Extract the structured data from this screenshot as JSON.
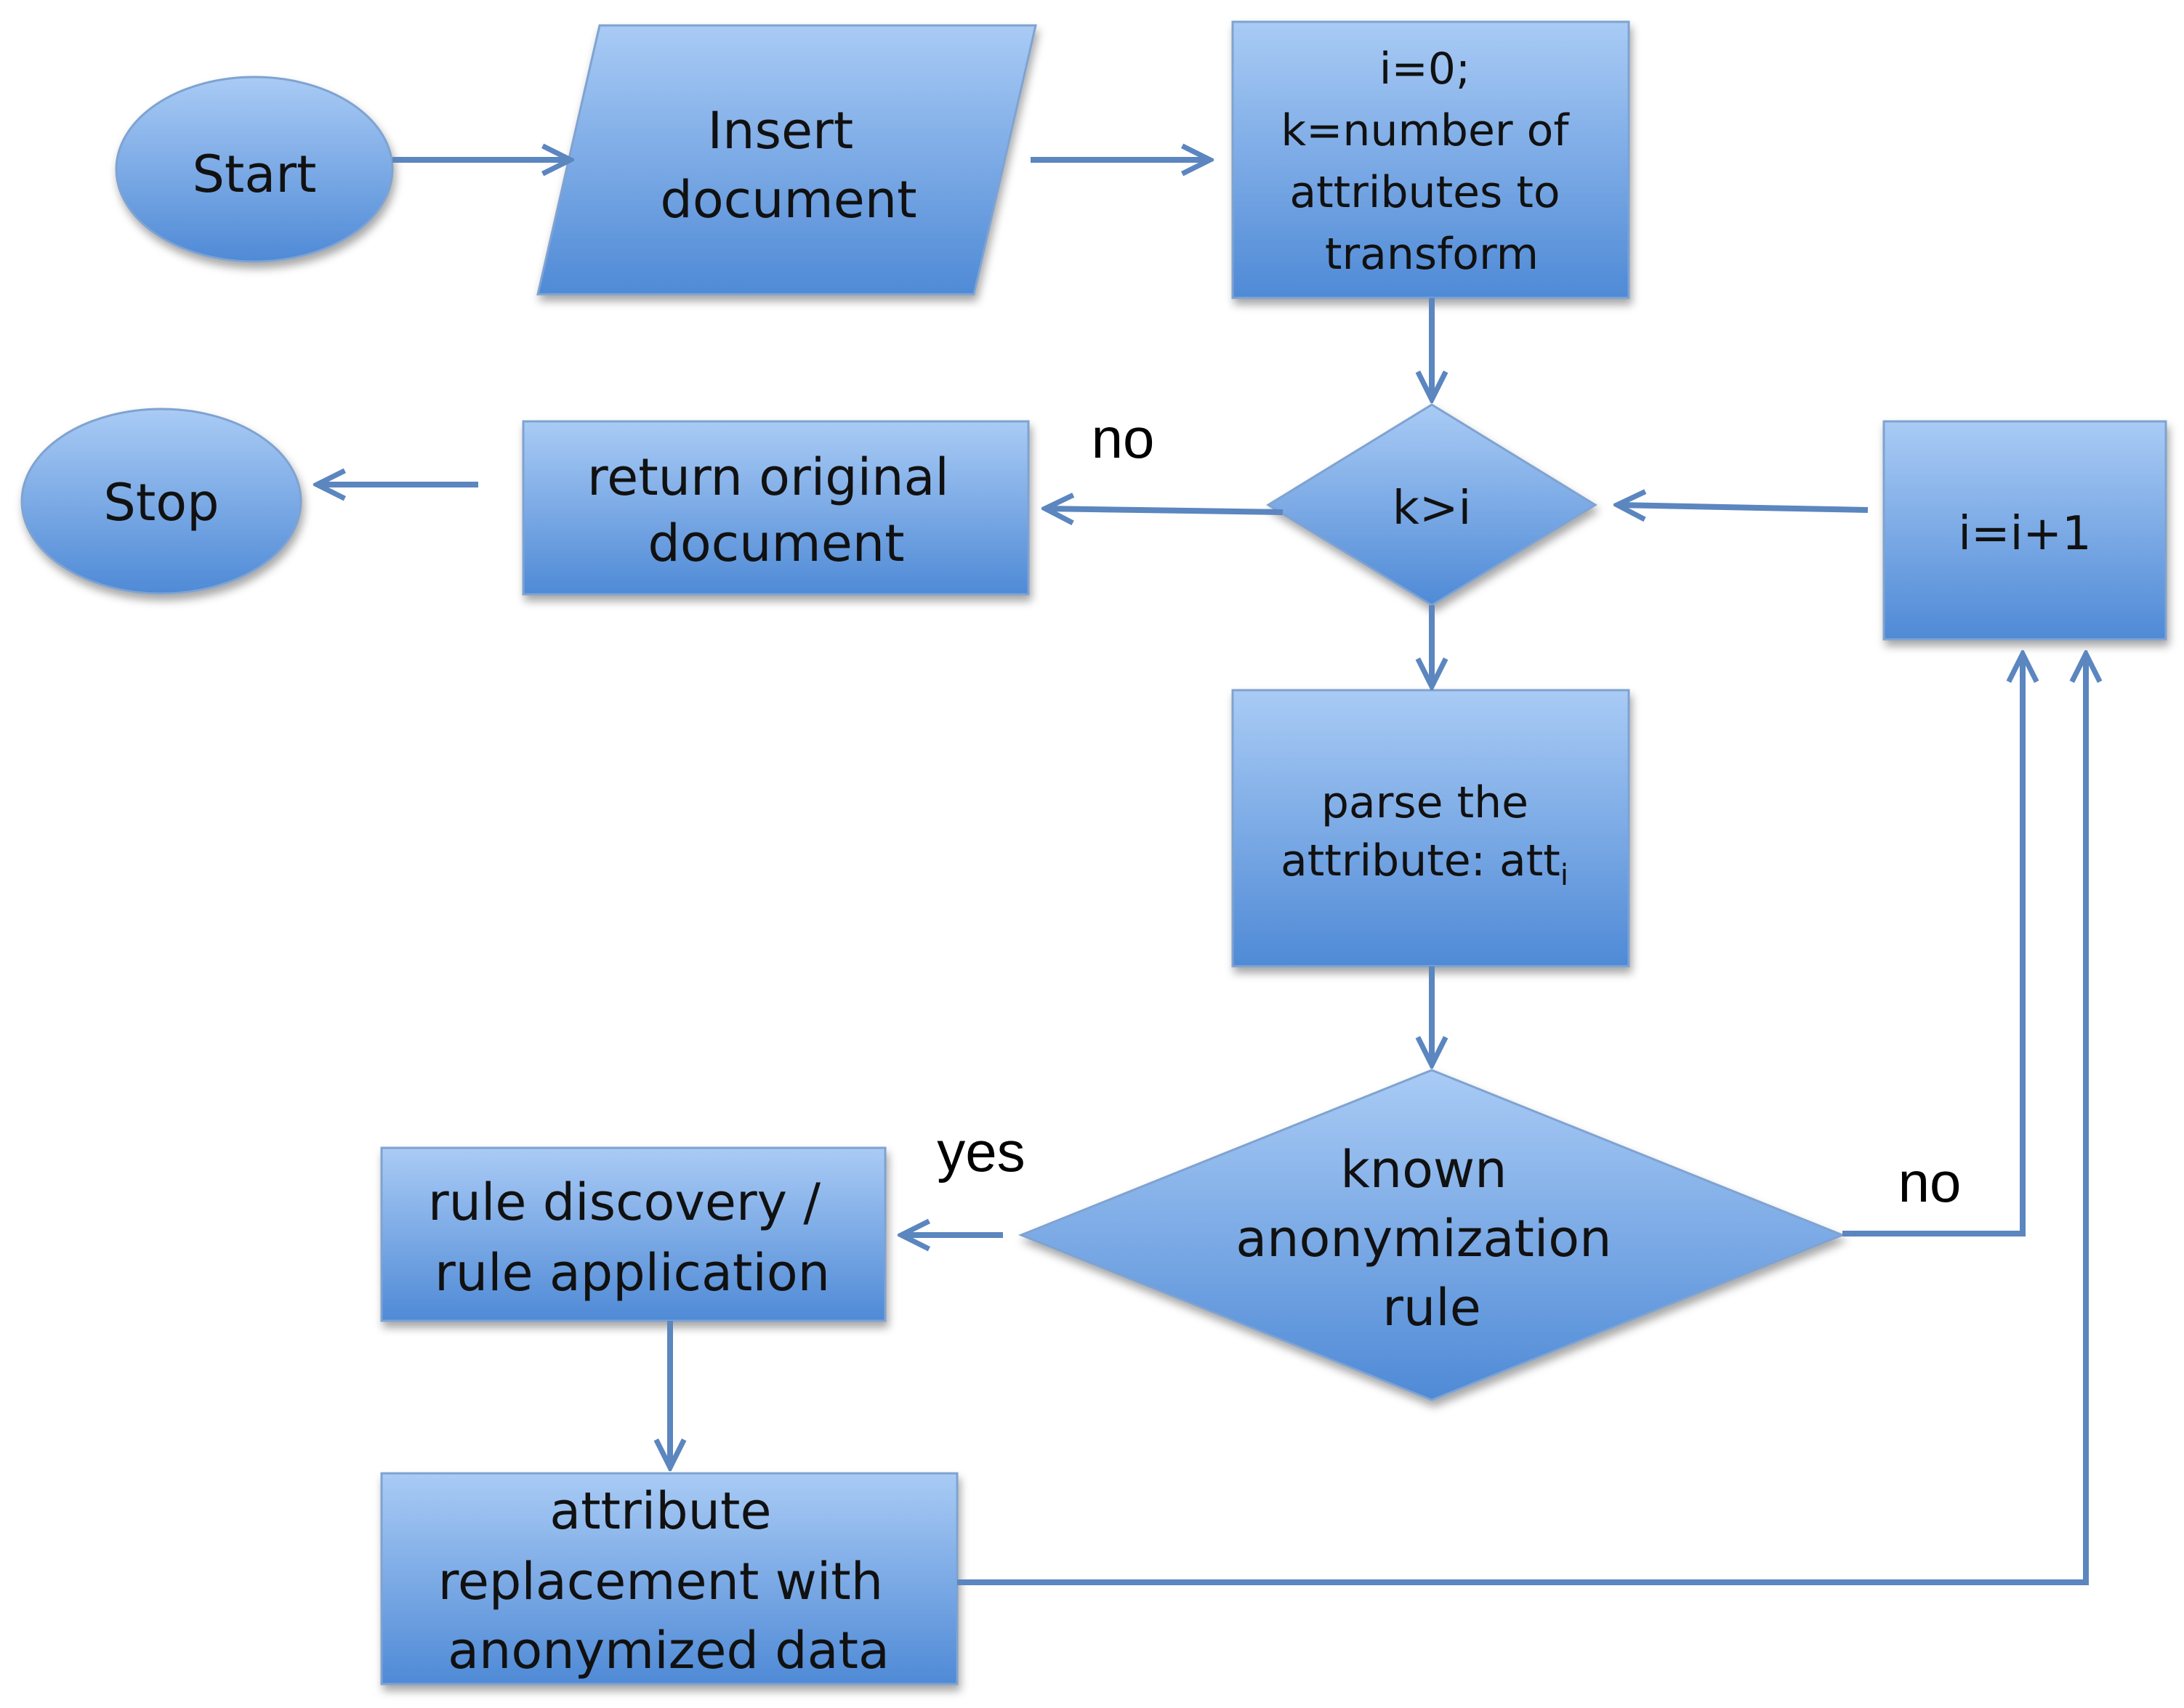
{
  "nodes": {
    "start": "Start",
    "insert_document": [
      "Insert",
      "document"
    ],
    "init": [
      "i=0;",
      "k=number of",
      "attributes to",
      "transform"
    ],
    "decision_k_gt_i": "k>i",
    "increment": "i=i+1",
    "return_original": [
      "return original",
      "document"
    ],
    "stop": "Stop",
    "parse_attribute": {
      "line1": "parse the",
      "line2": "attribute: att",
      "subscript": "i"
    },
    "decision_known_rule": [
      "known",
      "anonymization",
      "rule"
    ],
    "rule_discovery": [
      "rule discovery /",
      "rule application"
    ],
    "attribute_replacement": [
      "attribute",
      "replacement with",
      "anonymized data"
    ]
  },
  "edge_labels": {
    "k_gt_i_no": "no",
    "known_rule_yes": "yes",
    "known_rule_no": "no"
  },
  "colors": {
    "fill_top": "#a9cbf5",
    "fill_bottom": "#4f8ad6",
    "connector": "#5b86bf",
    "text": "#111111"
  }
}
